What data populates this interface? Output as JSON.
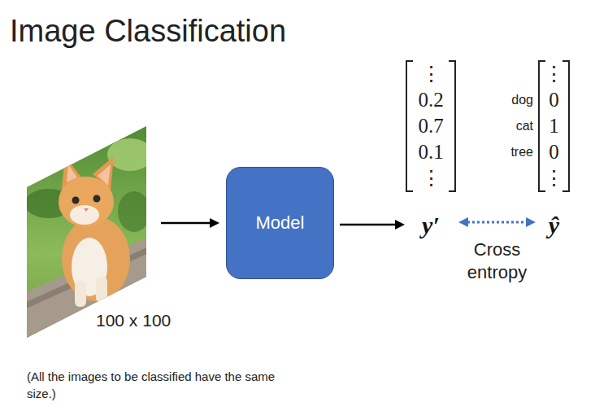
{
  "diagram": {
    "title": "Image Classification",
    "nodes": [
      {
        "text": [
          "100 x 100"
        ]
      },
      {
        "text": [
          "Model"
        ]
      },
      {
        "text": [
          "⋮",
          "0.2",
          "0.7",
          "0.1",
          "⋮",
          "y′"
        ]
      },
      {
        "text": [
          "⋮",
          "dog",
          "0",
          "cat",
          "1",
          "tree",
          "0",
          "⋮",
          "ŷ"
        ]
      }
    ],
    "edges": [
      {
        "from": 0,
        "to": 1,
        "arrow": "to"
      },
      {
        "from": 1,
        "to": 2,
        "arrow": "to"
      },
      {
        "from": 2,
        "to": 3,
        "arrow": "both",
        "label": "Cross entropy"
      }
    ],
    "labels": [
      "(All the images to be classified have the same size.)"
    ]
  }
}
